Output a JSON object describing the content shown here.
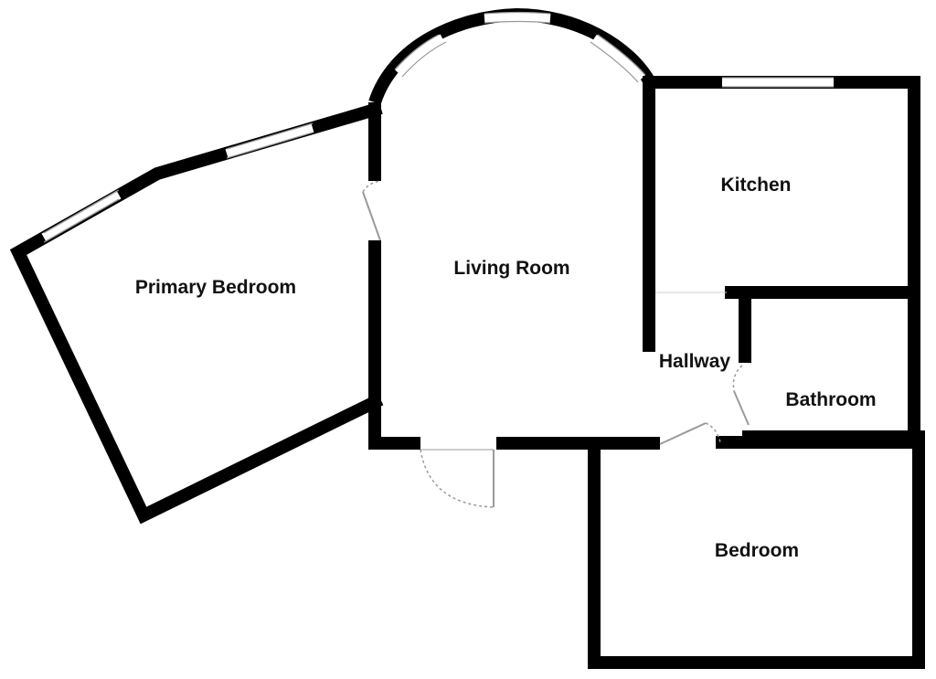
{
  "floor_plan": {
    "colors": {
      "wall": "#000000",
      "window": "#ffffff",
      "window_line": "#9a9a9a",
      "door": "#9a9a9a",
      "background": "#ffffff"
    },
    "rooms": [
      {
        "id": "primary-bedroom",
        "label": "Primary Bedroom"
      },
      {
        "id": "living-room",
        "label": "Living Room"
      },
      {
        "id": "kitchen",
        "label": "Kitchen"
      },
      {
        "id": "hallway",
        "label": "Hallway"
      },
      {
        "id": "bathroom",
        "label": "Bathroom"
      },
      {
        "id": "bedroom",
        "label": "Bedroom"
      }
    ]
  }
}
